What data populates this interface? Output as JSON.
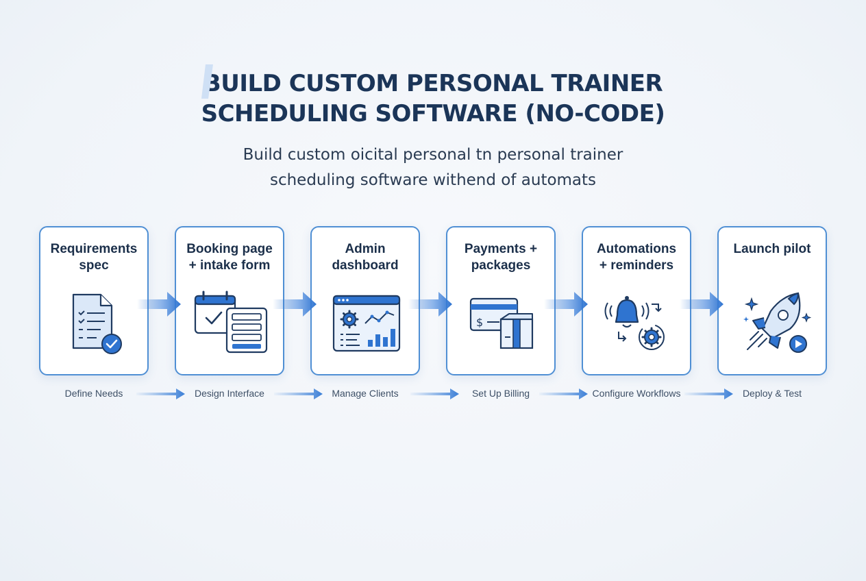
{
  "title": {
    "line1": "BUILD CUSTOM PERSONAL TRAINER",
    "line2": "SCHEDULING SOFTWARE (NO-CODE)"
  },
  "subtitle": {
    "line1": "Build custom oicital personal tn personal trainer",
    "line2": "scheduling software withend of automats"
  },
  "colors": {
    "accent": "#2f74d0",
    "card_border": "#4f8fd4",
    "title": "#1b3558",
    "icon_fill": "#dbe8f8"
  },
  "steps": [
    {
      "title": "Requirements\nspec",
      "label": "Define Needs",
      "icon": "checklist-document-icon"
    },
    {
      "title": "Booking page\n+ intake form",
      "label": "Design Interface",
      "icon": "calendar-form-icon"
    },
    {
      "title": "Admin\ndashboard",
      "label": "Manage Clients",
      "icon": "dashboard-icon"
    },
    {
      "title": "Payments +\npackages",
      "label": "Set Up Billing",
      "icon": "payment-package-icon"
    },
    {
      "title": "Automations\n+ reminders",
      "label": "Configure Workflows",
      "icon": "bell-gear-icon"
    },
    {
      "title": "Launch pilot",
      "label": "Deploy & Test",
      "icon": "rocket-icon"
    }
  ]
}
